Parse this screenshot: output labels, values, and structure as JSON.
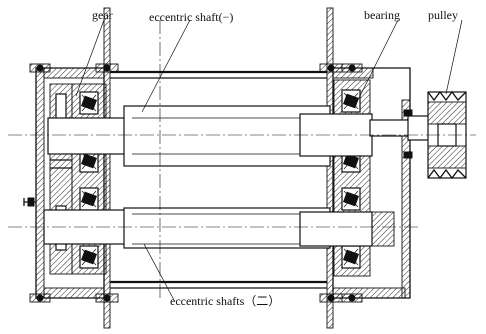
{
  "figure": {
    "labels": {
      "gear": "gear",
      "shaft_one": "eccentric shaft(−)",
      "bearing": "bearing",
      "pulley": "pulley",
      "shaft_two": "eccentric shafts（二）"
    }
  }
}
